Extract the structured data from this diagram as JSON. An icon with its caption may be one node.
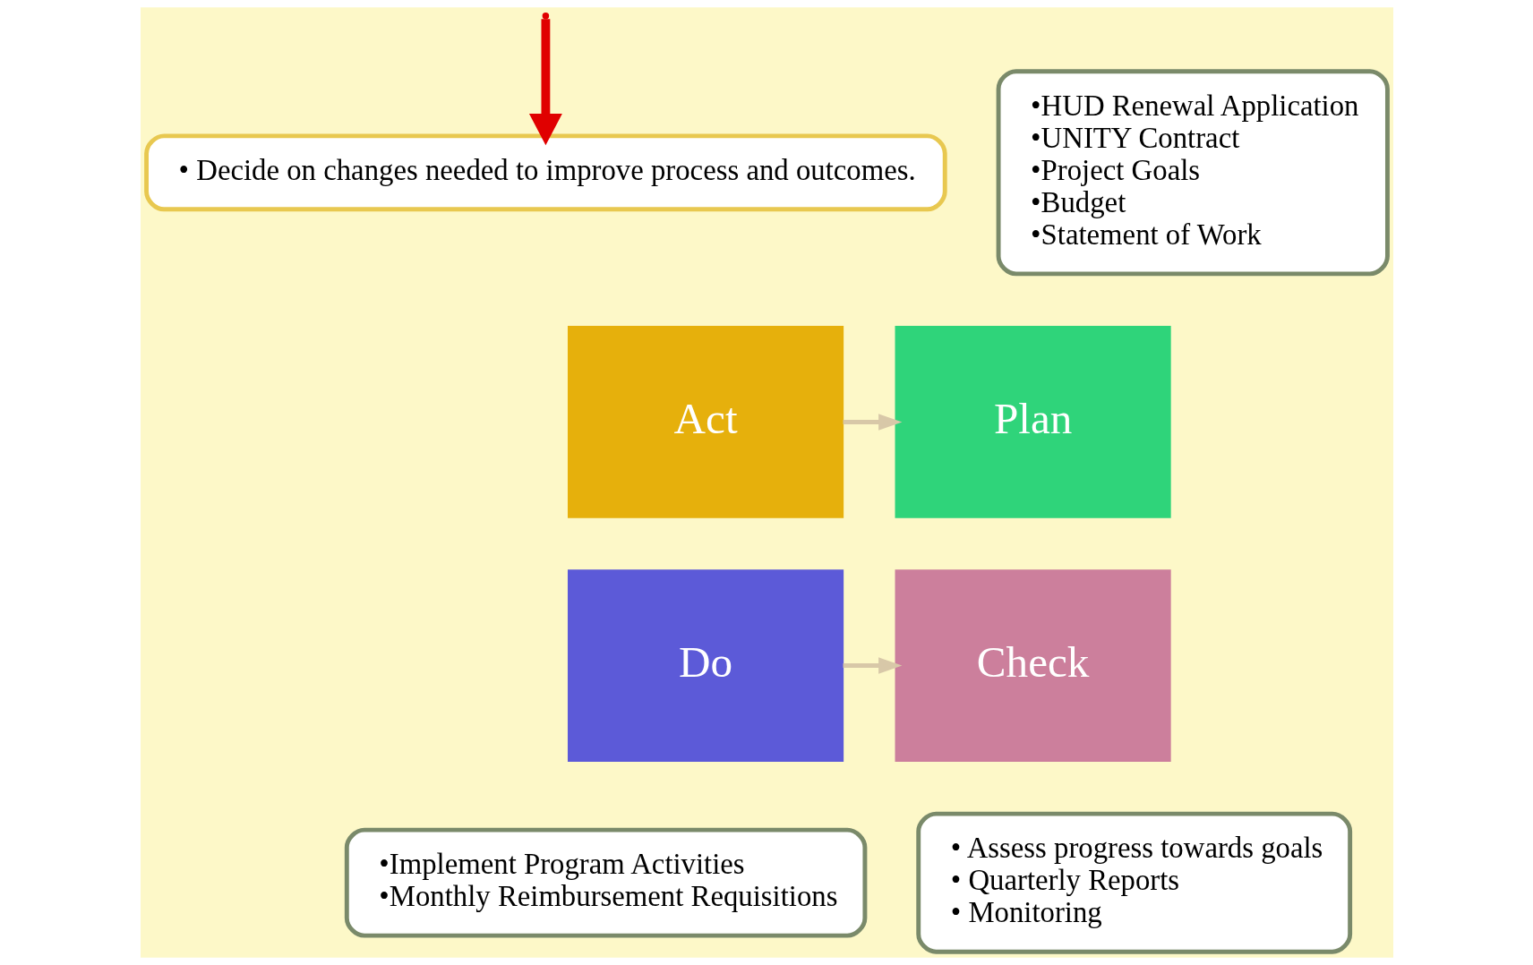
{
  "diagram": {
    "nodes": [
      {
        "text": [
          "Act"
        ]
      },
      {
        "text": [
          "Plan"
        ]
      },
      {
        "text": [
          "Do"
        ]
      },
      {
        "text": [
          "Check"
        ]
      },
      {
        "text": [
          "• Decide on changes needed to improve process and outcomes."
        ]
      },
      {
        "text": [
          "•HUD Renewal Application",
          "•UNITY Contract",
          "•Project Goals",
          "•Budget",
          "•Statement of Work"
        ]
      },
      {
        "text": [
          "•Implement Program Activities",
          "•Monthly Reimbursement Requisitions"
        ]
      },
      {
        "text": [
          "• Assess progress towards goals",
          "• Quarterly Reports",
          "• Monitoring"
        ]
      }
    ],
    "edges": [
      {
        "from": 0,
        "to": 1,
        "arrow": "to",
        "color": "#d8c8a8"
      },
      {
        "from": 2,
        "to": 3,
        "arrow": "to",
        "color": "#d8c8a8"
      },
      {
        "from": null,
        "to": 4,
        "arrow": "to",
        "style": "thick",
        "color": "#e00000"
      }
    ]
  }
}
